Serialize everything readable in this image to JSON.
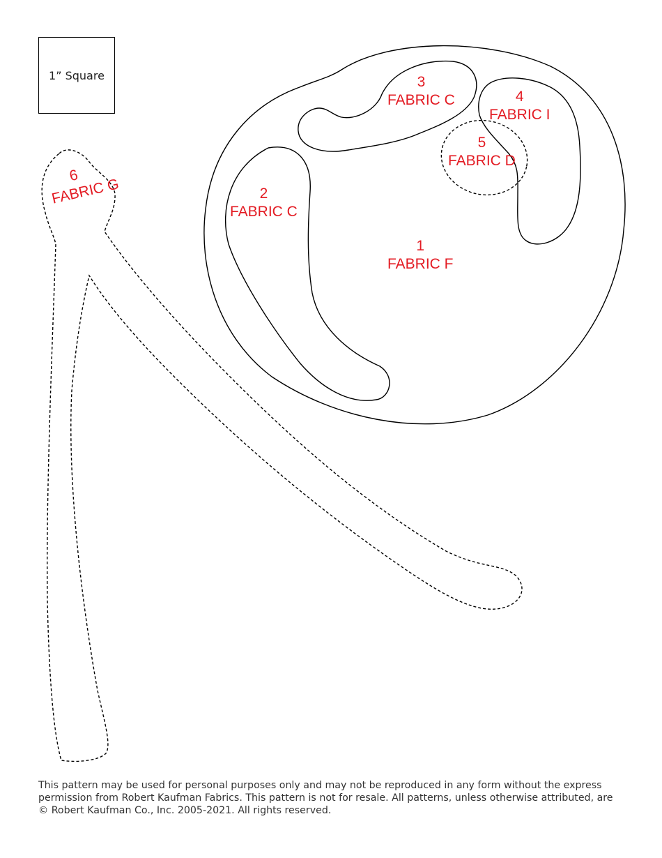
{
  "scale_reference": {
    "label": "1” Square"
  },
  "pieces": [
    {
      "number": "1",
      "fabric": "FABRIC F"
    },
    {
      "number": "2",
      "fabric": "FABRIC C"
    },
    {
      "number": "3",
      "fabric": "FABRIC C"
    },
    {
      "number": "4",
      "fabric": "FABRIC I"
    },
    {
      "number": "5",
      "fabric": "FABRIC D"
    },
    {
      "number": "6",
      "fabric": "FABRIC G"
    }
  ],
  "footer": {
    "text": "This pattern may be used for personal purposes only and may not be reproduced in any form without the express permission from Robert Kaufman Fabrics. This pattern is not for resale. All patterns, unless otherwise attributed, are © Robert Kaufman Co., Inc. 2005-2021. All rights reserved."
  },
  "colors": {
    "label": "#e31b23",
    "outline": "#000000"
  }
}
